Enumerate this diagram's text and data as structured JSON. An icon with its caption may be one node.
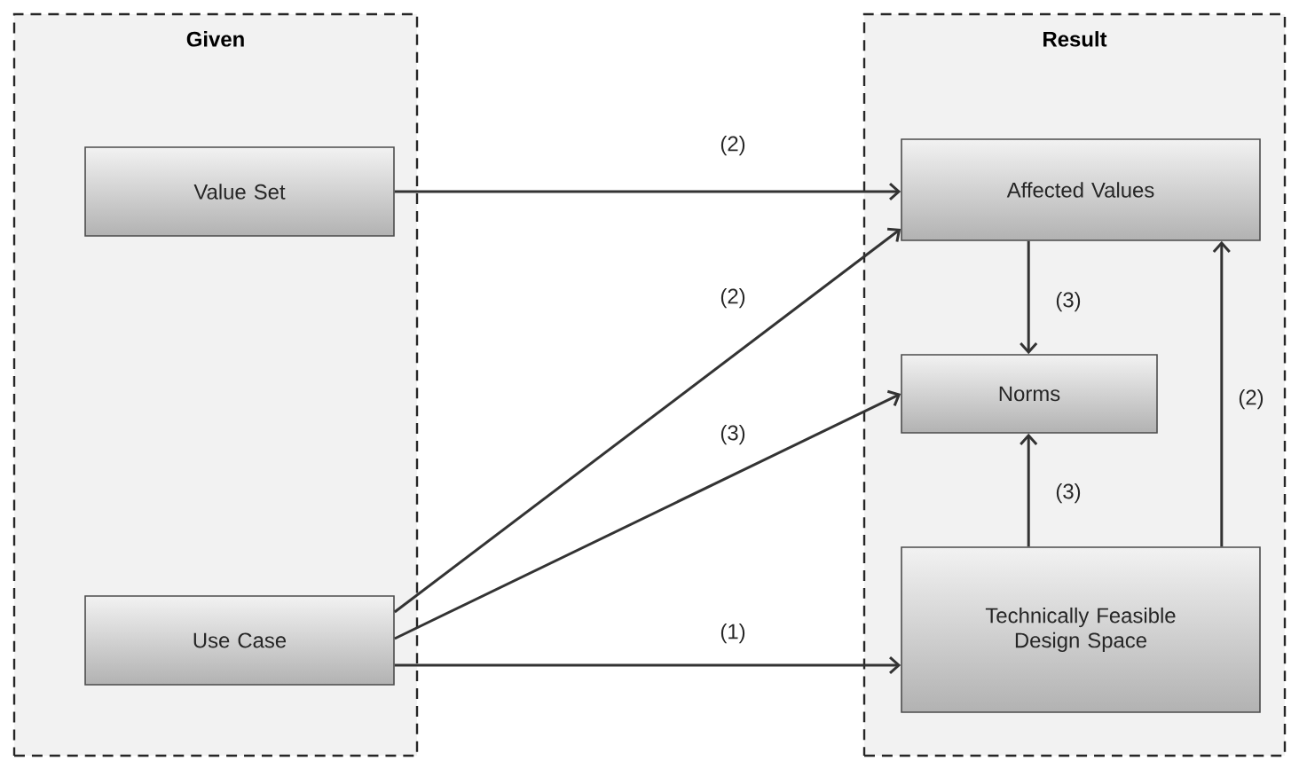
{
  "diagram": {
    "nodes": [
      {
        "text": [
          "Given"
        ]
      },
      {
        "text": [
          "Value Set"
        ],
        "in": 0
      },
      {
        "text": [
          "Use Case"
        ],
        "in": 0
      },
      {
        "text": [
          "Result"
        ]
      },
      {
        "text": [
          "Affected Values"
        ],
        "in": 3
      },
      {
        "text": [
          "Norms"
        ],
        "in": 3
      },
      {
        "text": [
          "Technically Feasible Design Space"
        ],
        "in": 3
      }
    ],
    "edges": [
      {
        "from": 1,
        "to": 4,
        "arrow": "to",
        "label": "(2)"
      },
      {
        "from": 2,
        "to": 4,
        "arrow": "to",
        "label": "(2)"
      },
      {
        "from": 2,
        "to": 5,
        "arrow": "to",
        "label": "(3)"
      },
      {
        "from": 2,
        "to": 6,
        "arrow": "to",
        "label": "(1)"
      },
      {
        "from": 4,
        "to": 5,
        "arrow": "to",
        "label": "(3)"
      },
      {
        "from": 6,
        "to": 5,
        "arrow": "to",
        "label": "(3)"
      },
      {
        "from": 6,
        "to": 4,
        "arrow": "to",
        "label": "(2)"
      }
    ]
  }
}
